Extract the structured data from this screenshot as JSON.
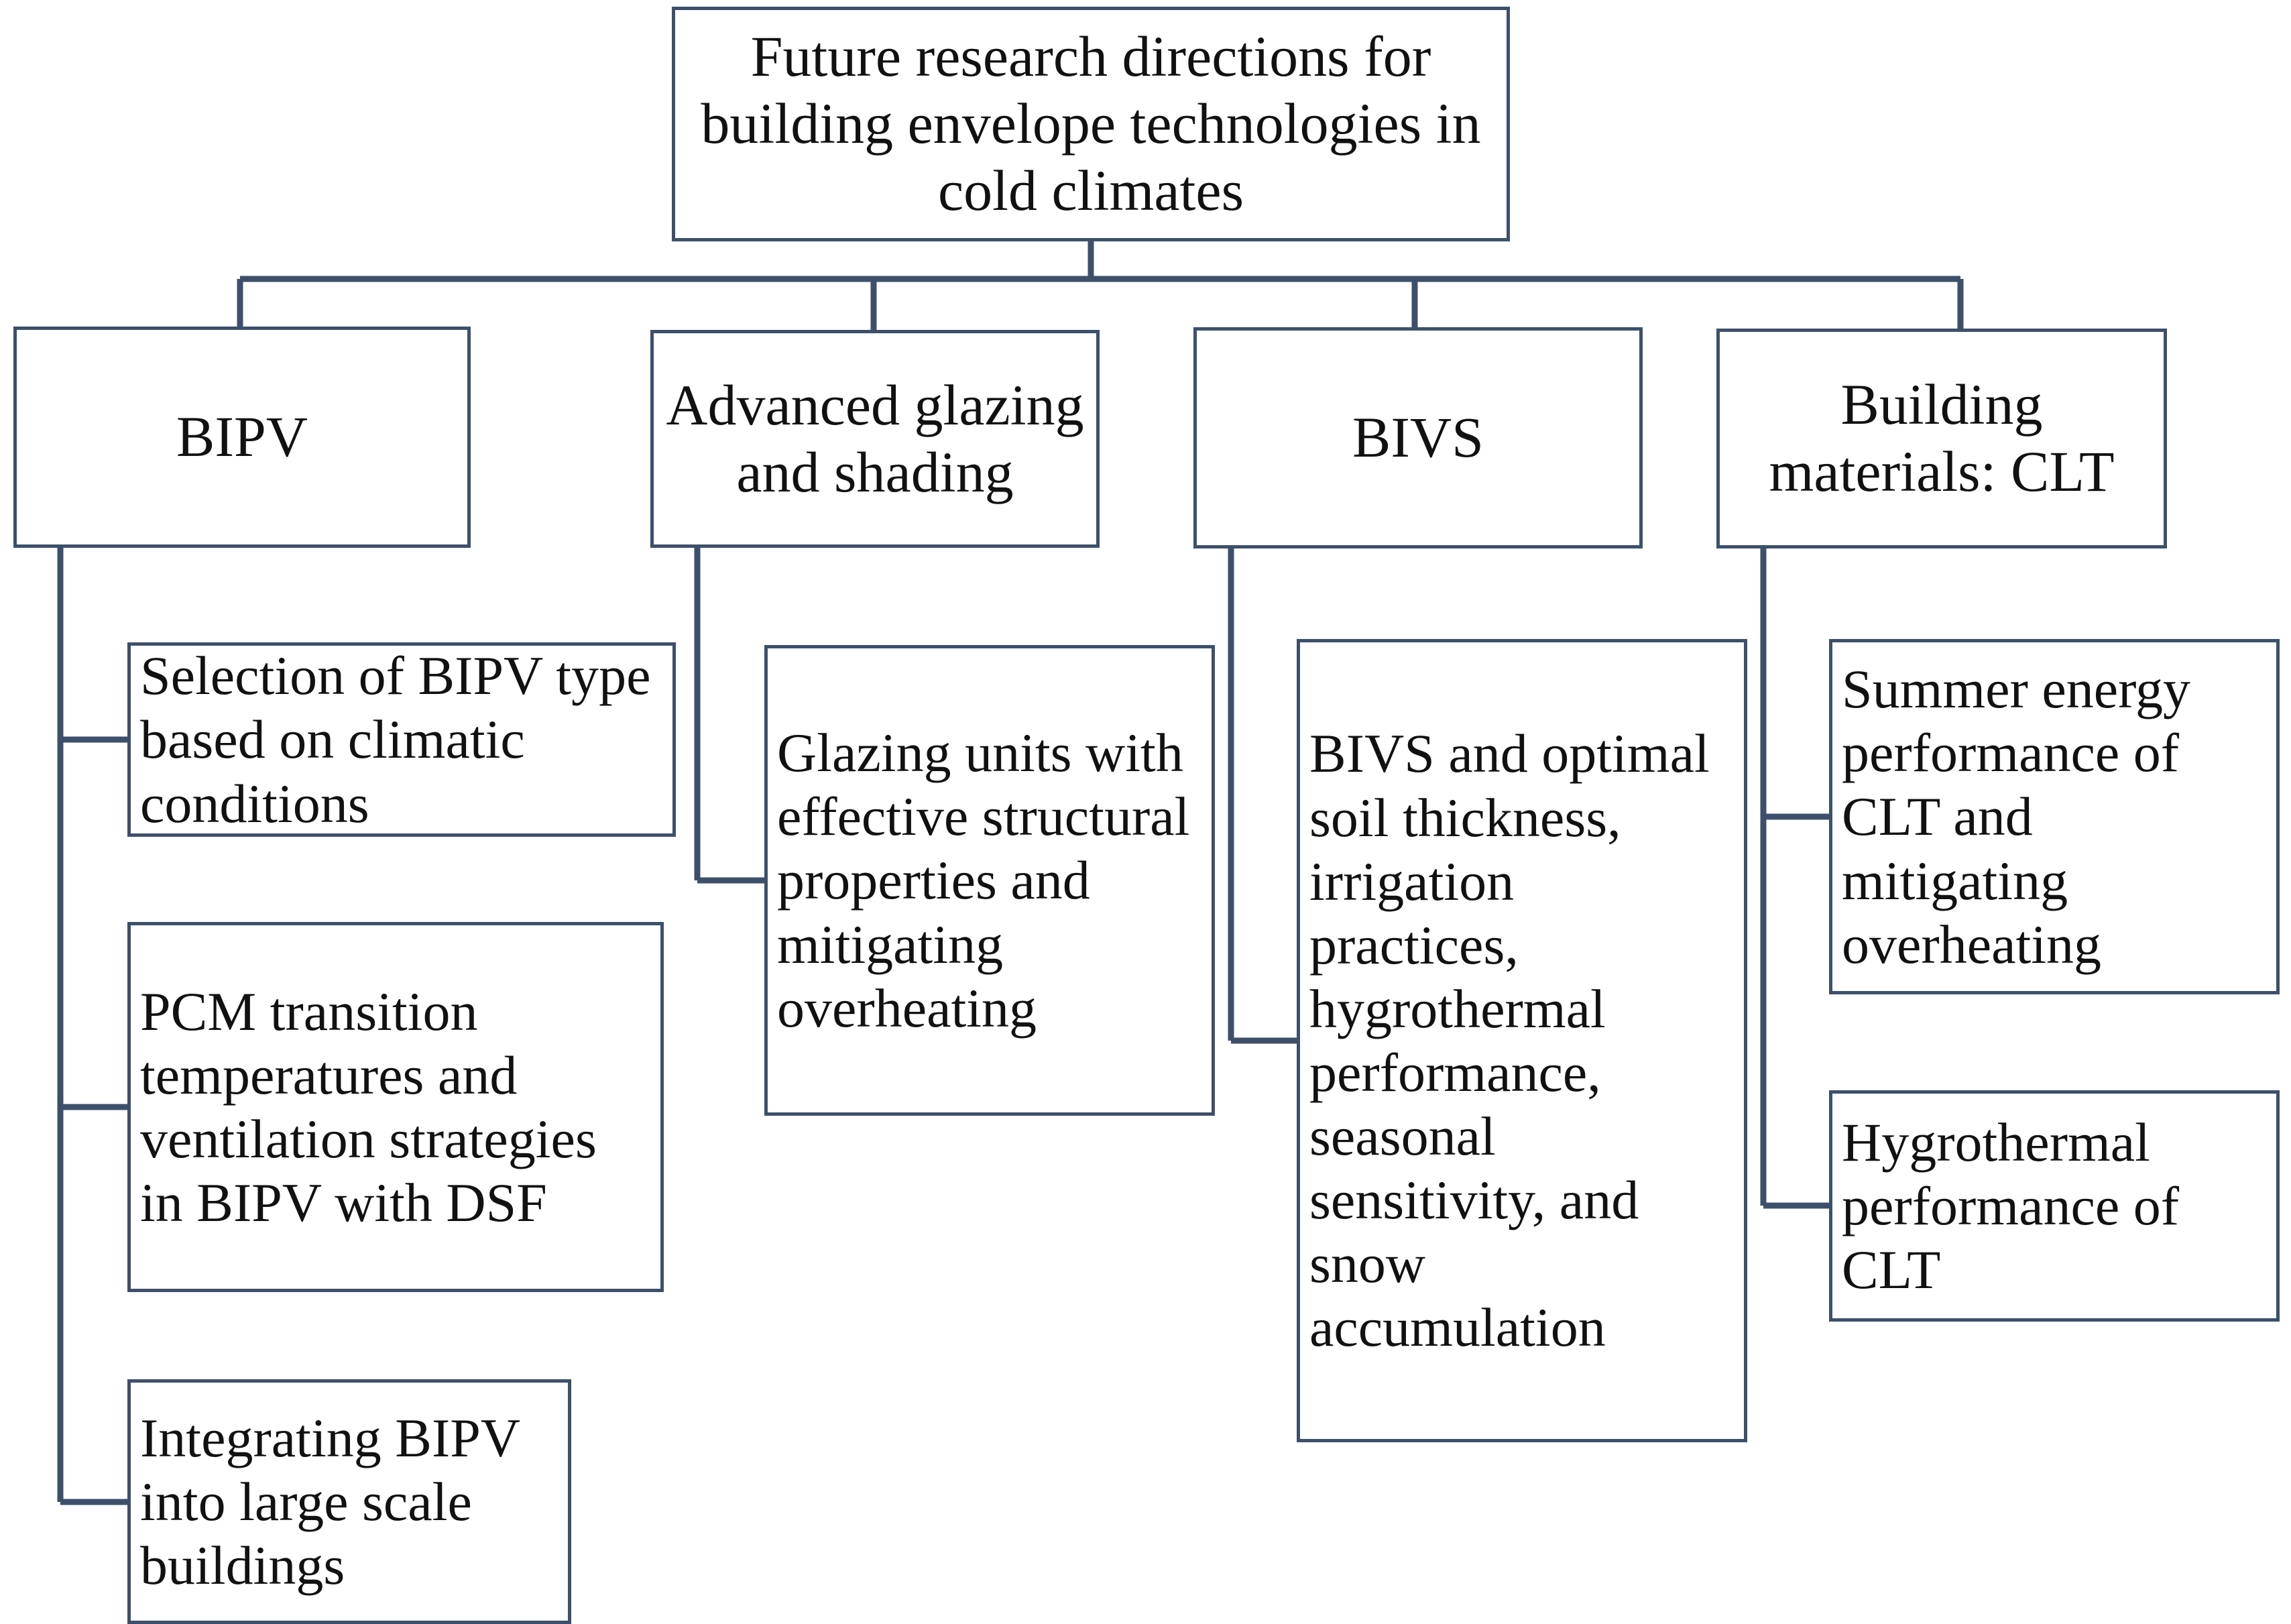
{
  "diagram": {
    "type": "tree",
    "orientation": "top-down-then-right",
    "colors": {
      "border": "#3d506b",
      "box_fill": "#ffffff",
      "connector": "#3d506b",
      "text": "#111111",
      "page_background": "#ffffff"
    },
    "root": {
      "id": "root",
      "label": "Future research directions for building envelope technologies in cold climates"
    },
    "branches": [
      {
        "id": "bipv",
        "label": "BIPV",
        "children": [
          {
            "id": "bipv-1",
            "label": "Selection of BIPV type based on climatic conditions"
          },
          {
            "id": "bipv-2",
            "label": "PCM transition temperatures and ventilation strategies in BIPV with DSF"
          },
          {
            "id": "bipv-3",
            "label": "Integrating BIPV into large scale buildings"
          }
        ]
      },
      {
        "id": "glazing",
        "label": "Advanced glazing and shading",
        "children": [
          {
            "id": "glazing-1",
            "label": "Glazing units with effective structural properties and mitigating overheating"
          }
        ]
      },
      {
        "id": "bivs",
        "label": "BIVS",
        "children": [
          {
            "id": "bivs-1",
            "label": "BIVS and optimal soil thickness, irrigation practices, hygrothermal performance, seasonal sensitivity, and snow accumulation"
          }
        ]
      },
      {
        "id": "clt",
        "label": "Building materials: CLT",
        "children": [
          {
            "id": "clt-1",
            "label": "Summer energy performance of CLT and mitigating overheating"
          },
          {
            "id": "clt-2",
            "label": "Hygrothermal performance of CLT"
          }
        ]
      }
    ]
  }
}
